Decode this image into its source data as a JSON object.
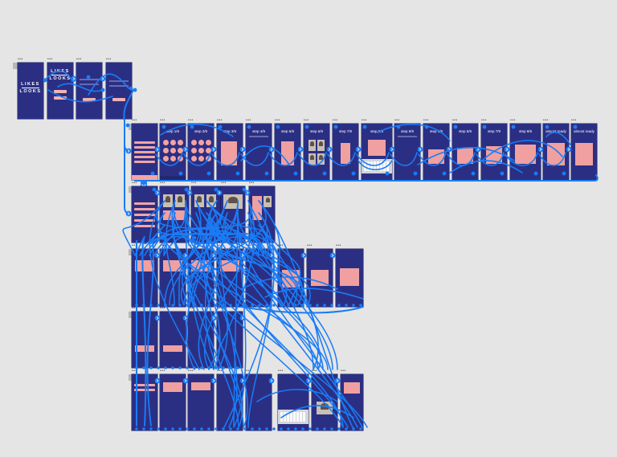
{
  "app": {
    "logo_line1": "LIKES",
    "logo_line2": "LOOKS"
  },
  "artboard_dots": "•••",
  "step_titles": [
    "step 1/9",
    "step 2/9",
    "step 3/9",
    "step 4/9",
    "step 5/9",
    "step 6/9",
    "step 7/9",
    "step 8/9",
    "step 9/9",
    "almost ready",
    "almost ready"
  ],
  "colors": {
    "canvas": "#e5e5e5",
    "artboard": "#2b2f84",
    "accent_pink": "#f1a6a6",
    "wire_blue": "#1a7cf5"
  },
  "icons": {
    "flow_start": "home-flow-marker-icon",
    "connector": "connector-node-icon"
  }
}
